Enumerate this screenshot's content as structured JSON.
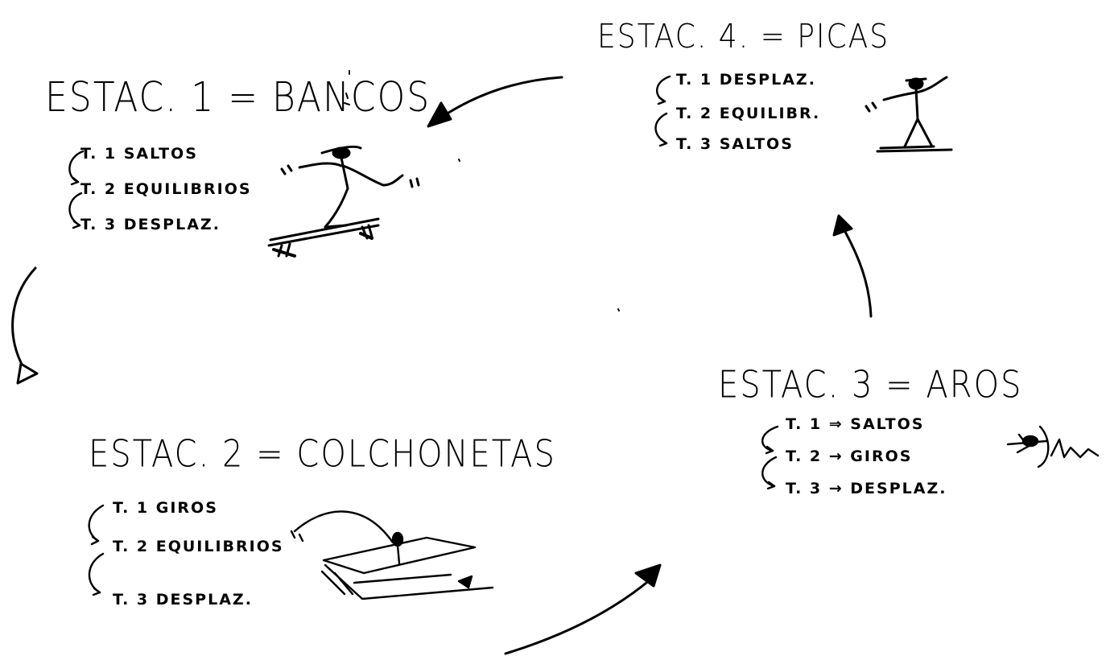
{
  "stations": [
    {
      "title": "ESTAC. 1 = BANCOS",
      "tasks": [
        "T. 1 SALTOS",
        "T. 2 EQUILIBRIOS",
        "T. 3 DESPLAZ."
      ]
    },
    {
      "title": "ESTAC. 2 = COLCHONETAS",
      "tasks": [
        "T. 1   GIROS",
        "T. 2   EQUILIBRIOS",
        "T. 3   DESPLAZ."
      ]
    },
    {
      "title": "ESTAC. 3 = AROS",
      "tasks": [
        "T. 1 ⇒ SALTOS",
        "T. 2 → GIROS",
        "T. 3 → DESPLAZ."
      ]
    },
    {
      "title": "ESTAC. 4. = PICAS",
      "tasks": [
        "T. 1 DESPLAZ.",
        "T. 2 EQUILIBR.",
        "T. 3 SALTOS"
      ]
    }
  ]
}
